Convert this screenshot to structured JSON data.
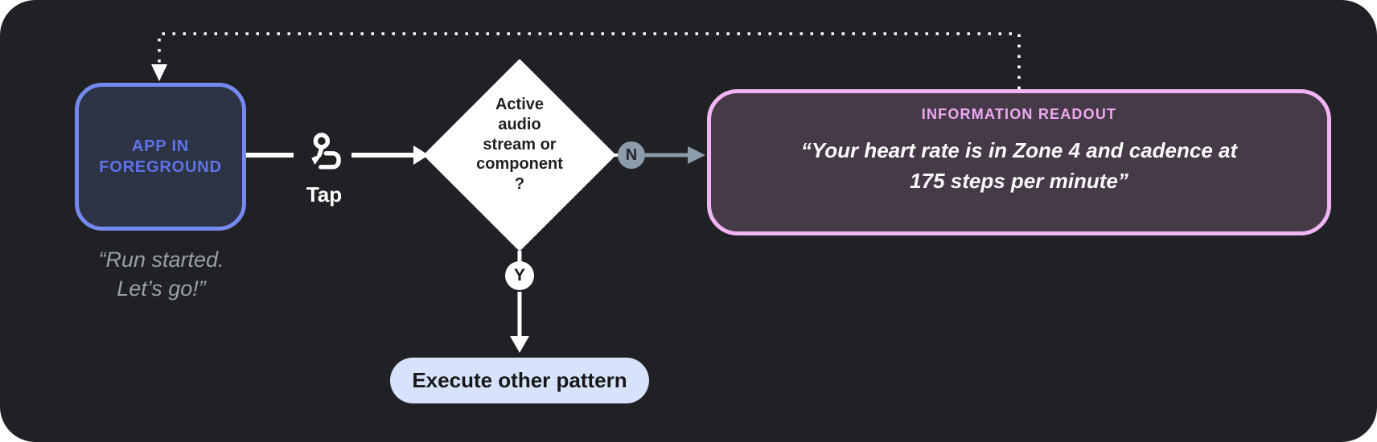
{
  "canvas": {
    "background": "#202124",
    "page_background": "#ffffff"
  },
  "app_box": {
    "label": "APP IN\nFOREGROUND",
    "caption": "“Run started.\nLet’s go!”",
    "border_color": "#7689f0",
    "fill_color": "#2b3344",
    "label_color": "#5f73ea"
  },
  "tap": {
    "label": "Tap",
    "icon": "touch-app-icon"
  },
  "decision": {
    "label": "Active\naudio\nstream or\ncomponent\n?",
    "fill_color": "#ffffff"
  },
  "branch_no": {
    "label": "N",
    "badge_color": "#8c9cab"
  },
  "branch_yes": {
    "label": "Y",
    "badge_color": "#ffffff"
  },
  "readout": {
    "title": "INFORMATION READOUT",
    "quote": "“Your heart rate is in Zone 4 and cadence at\n175 steps per minute”",
    "border_color": "#f1b5f3",
    "title_color": "#edaaef",
    "fill_color": "#463a48"
  },
  "action": {
    "label": "Execute other pattern",
    "fill_color": "#d7e3fb"
  }
}
